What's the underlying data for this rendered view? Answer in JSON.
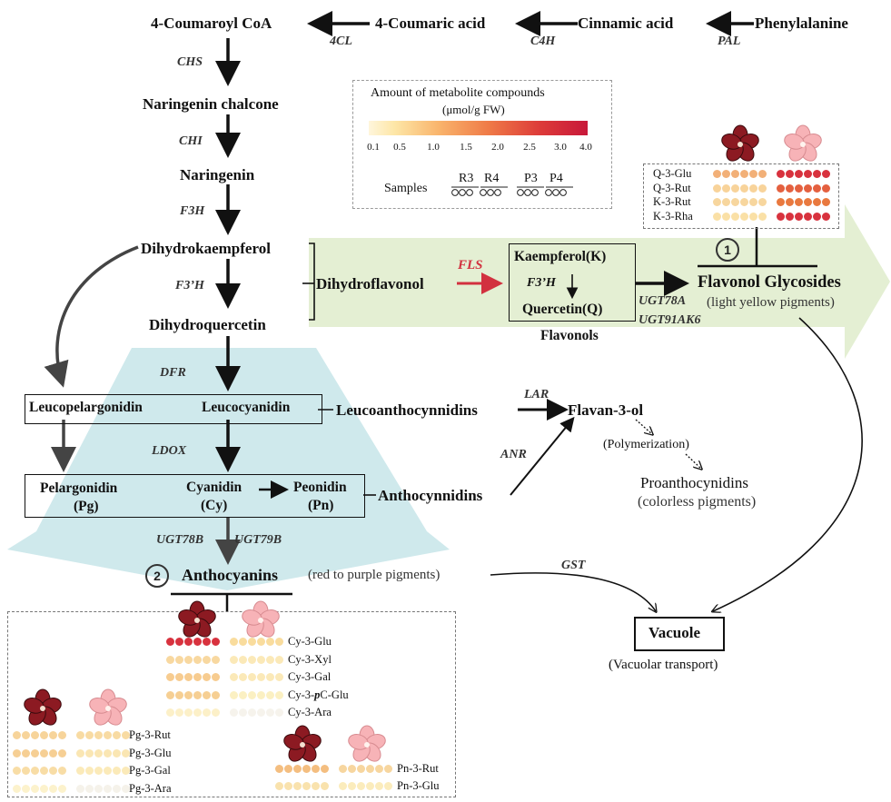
{
  "metabolites": {
    "coumaroyl_coa": "4-Coumaroyl CoA",
    "coumaric_acid": "4-Coumaric acid",
    "cinnamic_acid": "Cinnamic acid",
    "phenylalanine": "Phenylalanine",
    "naringenin_chalcone": "Naringenin chalcone",
    "naringenin": "Naringenin",
    "dihydrokaempferol": "Dihydrokaempferol",
    "dihydroquercetin": "Dihydroquercetin",
    "dihydroflavonol": "Dihydroflavonol",
    "kaempferol": "Kaempferol(K)",
    "quercetin": "Quercetin(Q)",
    "flavonols": "Flavonols",
    "flavonol_glycosides": "Flavonol Glycosides",
    "flavonol_note": "(light yellow pigments)",
    "leucopelargonidin": "Leucopelargonidin",
    "leucocyanidin": "Leucocyanidin",
    "leucoanthocynnidins": "Leucoanthocynnidins",
    "flavan3ol": "Flavan-3-ol",
    "polymerization": "(Polymerization)",
    "proanthocynidins": "Proanthocynidins",
    "proantho_note": "(colorless pigments)",
    "pelargonidin": "Pelargonidin",
    "pg": "(Pg)",
    "cyanidin": "Cyanidin",
    "cy": "(Cy)",
    "peonidin": "Peonidin",
    "pn": "(Pn)",
    "anthocynnidins": "Anthocynnidins",
    "anthocyanins": "Anthocyanins",
    "anthocyanins_note": "(red to purple pigments)",
    "vacuole": "Vacuole",
    "vacuolar_transport": "(Vacuolar transport)"
  },
  "enzymes": {
    "cl4": "4CL",
    "c4h": "C4H",
    "pal": "PAL",
    "chs": "CHS",
    "chi": "CHI",
    "f3h": "F3H",
    "f3ph": "F3’H",
    "f3ph_inner": "F3’H",
    "fls": "FLS",
    "ugt78a": "UGT78A",
    "ugt91ak6": "UGT91AK6",
    "dfr": "DFR",
    "ldox": "LDOX",
    "lar": "LAR",
    "anr": "ANR",
    "ugt78b": "UGT78B",
    "ugt79b": "UGT79B",
    "gst": "GST"
  },
  "markers": {
    "one": "1",
    "two": "2"
  },
  "legend": {
    "title": "Amount of metabolite compounds",
    "unit": "(μmol/g FW)",
    "ticks": [
      "0.1",
      "0.5",
      "1.0",
      "1.5",
      "2.0",
      "2.5",
      "3.0",
      "4.0"
    ],
    "samples_label": "Samples",
    "samples": [
      "R3",
      "R4",
      "P3",
      "P4"
    ]
  },
  "colors": {
    "fls_arrow": "#d2313f",
    "flavonol_band": "#e4efd3",
    "anthocyanin_band": "#cfe9ec"
  },
  "flavonol_compounds": [
    {
      "name": "Q-3-Glu",
      "red": "#f2b078",
      "pink": "#d8323e"
    },
    {
      "name": "Q-3-Rut",
      "red": "#f8d39a",
      "pink": "#e4603f"
    },
    {
      "name": "K-3-Rut",
      "red": "#f7d69e",
      "pink": "#e9793f"
    },
    {
      "name": "K-3-Rha",
      "red": "#fae0a6",
      "pink": "#d8323e"
    }
  ],
  "cy_compounds": [
    {
      "name": "Cy-3-Glu",
      "red": "#d8323e",
      "pink": "#f9dc9d"
    },
    {
      "name": "Cy-3-Xyl",
      "red": "#f8d8a0",
      "pink": "#fbe9b8"
    },
    {
      "name": "Cy-3-Gal",
      "red": "#f7cc90",
      "pink": "#fbe9b8"
    },
    {
      "name_pre": "Cy-3-",
      "name_bold": "p",
      "name_post": "C-Glu",
      "red": "#f6cf93",
      "pink": "#fbf0c2"
    },
    {
      "name": "Cy-3-Ara",
      "red": "#fcf0c8",
      "pink": "#f6f3ec"
    }
  ],
  "pg_compounds": [
    {
      "name": "Pg-3-Rut",
      "red": "#f7d49a",
      "pink": "#f8dba3"
    },
    {
      "name": "Pg-3-Glu",
      "red": "#f6cf94",
      "pink": "#fae6b3"
    },
    {
      "name": "Pg-3-Gal",
      "red": "#f8dda6",
      "pink": "#fbeab9"
    },
    {
      "name": "Pg-3-Ara",
      "red": "#fcf2cc",
      "pink": "#f5f2ea"
    }
  ],
  "pn_compounds": [
    {
      "name": "Pn-3-Rut",
      "red": "#f4be80",
      "pink": "#f7d69f"
    },
    {
      "name": "Pn-3-Glu",
      "red": "#f9e2ad",
      "pink": "#fbecbc"
    }
  ]
}
